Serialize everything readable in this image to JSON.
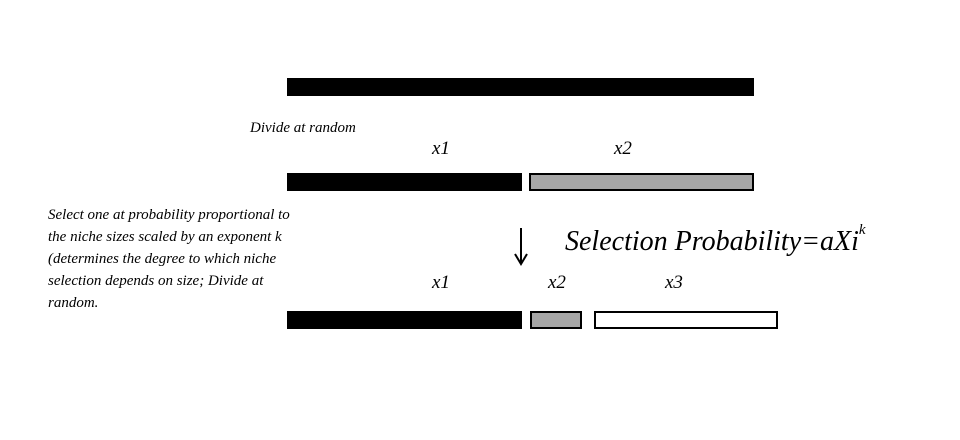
{
  "step1": {
    "caption": "Divide at random",
    "labels": [
      "x1",
      "x2"
    ]
  },
  "step2": {
    "paragraph": [
      "Select one at probability proportional to",
      "the niche sizes scaled by an exponent k",
      "(determines the degree to which niche",
      "selection depends on size; Divide at",
      "random."
    ],
    "labels": [
      "x1",
      "x2",
      "x3"
    ]
  },
  "formula": {
    "text": "Selection Probability=aXi",
    "exponent": "k"
  },
  "colors": {
    "black": "#000000",
    "grey": "#a6a6a6",
    "white": "#ffffff"
  }
}
